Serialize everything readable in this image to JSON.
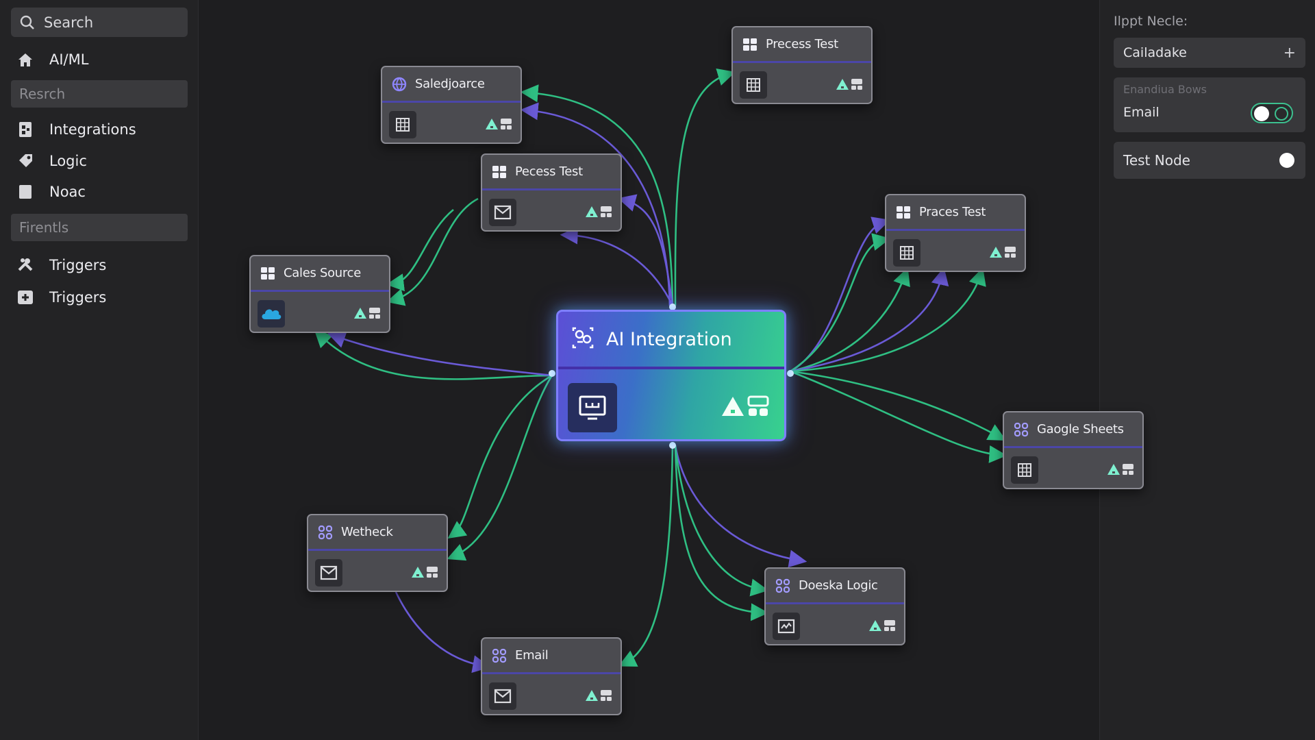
{
  "sidebar": {
    "search_label": "Search",
    "items": [
      {
        "label": "AI/ML",
        "icon": "home-icon"
      },
      {
        "label": "Integrations",
        "icon": "integrations-icon"
      },
      {
        "label": "Logic",
        "icon": "tag-icon"
      },
      {
        "label": "Noac",
        "icon": "note-icon"
      },
      {
        "label": "Triggers",
        "icon": "tools-icon"
      },
      {
        "label": "Triggers",
        "icon": "plus-square-icon"
      }
    ],
    "fields": [
      "Resrch",
      "Firentls"
    ]
  },
  "right_panel": {
    "title": "Ilppt Necle:",
    "select_value": "Cailadake",
    "select_action": "+",
    "section_label": "Enandiua Bows",
    "email_label": "Email",
    "test_node_label": "Test Node"
  },
  "nodes": {
    "salesforce": {
      "title": "Saledjoarce",
      "icon": "globe-icon",
      "body_icon": "grid-icon"
    },
    "process_top": {
      "title": "Precess Test",
      "icon": "grid-icon",
      "body_icon": "grid-icon"
    },
    "process_mid": {
      "title": "Pecess Test",
      "icon": "grid-icon",
      "body_icon": "mail-icon"
    },
    "cales_source": {
      "title": "Cales Source",
      "icon": "grid-icon",
      "body_icon": "cloud-icon"
    },
    "process_right": {
      "title": "Praces Test",
      "icon": "grid-icon",
      "body_icon": "grid-icon"
    },
    "google_sheets": {
      "title": "Gaogle Sheets",
      "icon": "link-icon",
      "body_icon": "grid-icon"
    },
    "wetheck": {
      "title": "Wetheck",
      "icon": "link-icon",
      "body_icon": "mail-icon"
    },
    "doeska_logic": {
      "title": "Doeska Logic",
      "icon": "link-icon",
      "body_icon": "chart-icon"
    },
    "email": {
      "title": "Email",
      "icon": "link-icon",
      "body_icon": "mail-icon"
    }
  },
  "central": {
    "title": "AI Integration",
    "icon": "ai-brain-icon",
    "body_icon": "monitor-icon"
  },
  "colors": {
    "background": "#1e1e20",
    "wire_green": "#2fbf83",
    "wire_purple": "#6a5ad6",
    "node_underline": "#4b46a8",
    "accent_green": "#38d18e",
    "accent_purple": "#5c4fd6"
  }
}
